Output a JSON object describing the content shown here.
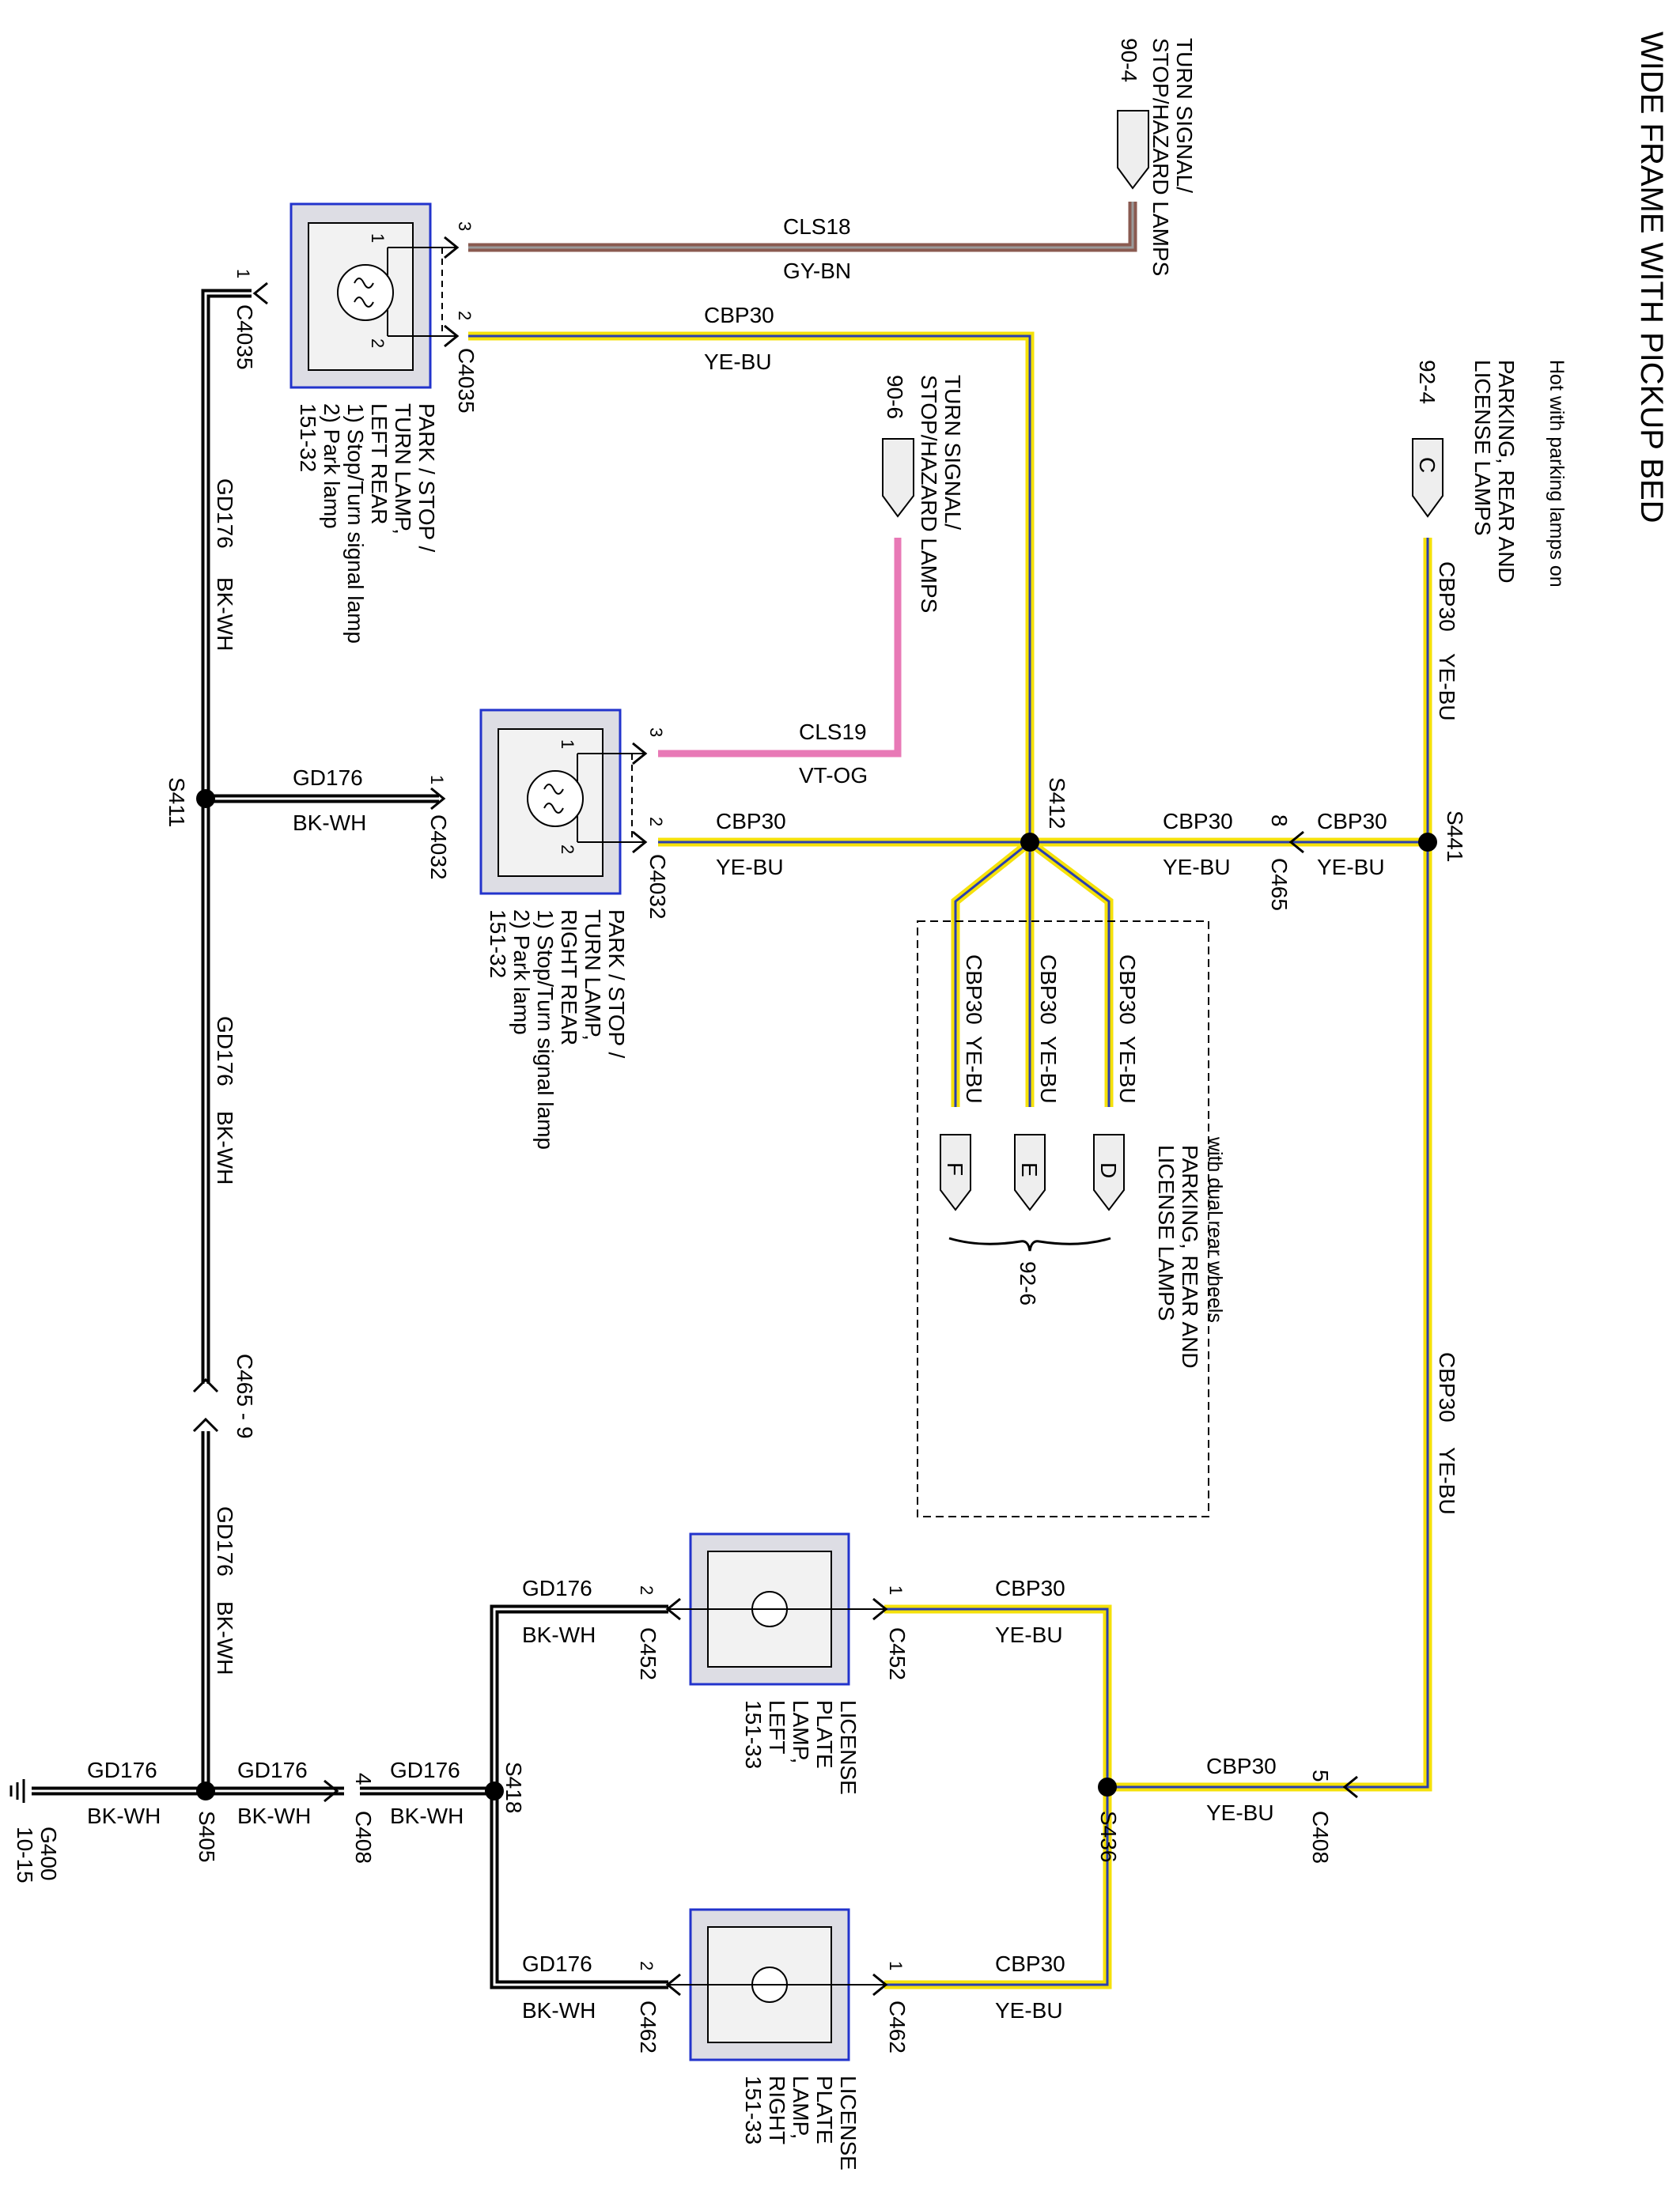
{
  "title": "WIDE FRAME WITH PICKUP BED",
  "hot_note": "Hot with parking lamps on",
  "colors": {
    "gy_bn": "#8a5a50",
    "gy_bn_core": "#9a9a9a",
    "vt_og": "#e879b6",
    "ye": "#f5e10a",
    "bu": "#2a3fb0",
    "box_outline": "#2233cc",
    "box_fill": "#dddde4"
  },
  "source_left": {
    "name": "TURN SIGNAL/\nSTOP/HAZARD LAMPS",
    "ref": "90-4"
  },
  "source_mid": {
    "name": "TURN SIGNAL/\nSTOP/HAZARD LAMPS",
    "ref": "90-6"
  },
  "source_parking": {
    "name": "PARKING, REAR AND\nLICENSE LAMPS",
    "ref": "92-4",
    "pin": "C"
  },
  "dual_rear": {
    "note": "with dual rear wheels",
    "name": "PARKING, REAR AND\nLICENSE LAMPS",
    "ref": "92-6",
    "pins": [
      "D",
      "E",
      "F"
    ]
  },
  "lamp_left_rear": {
    "name": "PARK / STOP /\nTURN LAMP,\nLEFT REAR\n1) Stop/Turn signal lamp\n2) Park lamp\n151-32",
    "connector": "C4035",
    "pin_1": "1",
    "pin_2": "2",
    "pin_3": "3"
  },
  "lamp_right_rear": {
    "name": "PARK / STOP /\nTURN LAMP,\nRIGHT REAR\n1) Stop/Turn signal lamp\n2) Park lamp\n151-32",
    "connector": "C4032",
    "pin_1": "1",
    "pin_2": "2",
    "pin_3": "3"
  },
  "license_left": {
    "name": "LICENSE\nPLATE\nLAMP,\nLEFT\n151-33",
    "connector": "C452",
    "pin_1": "1",
    "pin_2": "2"
  },
  "license_right": {
    "name": "LICENSE\nPLATE\nLAMP,\nRIGHT\n151-33",
    "connector": "C462",
    "pin_1": "1",
    "pin_2": "2"
  },
  "wires": {
    "cls18": {
      "circuit": "CLS18",
      "color": "GY-BN"
    },
    "cls19": {
      "circuit": "CLS19",
      "color": "VT-OG"
    },
    "cbp30": {
      "circuit": "CBP30",
      "color": "YE-BU"
    },
    "gd176": {
      "circuit": "GD176",
      "color": "BK-WH"
    }
  },
  "splices": {
    "s411": "S411",
    "s412": "S412",
    "s441": "S441",
    "s405": "S405",
    "s418": "S418",
    "s436": "S436"
  },
  "connectors": {
    "c465": "C465",
    "c465_pin": "8",
    "c465_9": "C465 - 9",
    "c408": "C408",
    "c408_gnd_pin": "4",
    "c408_cbp_pin": "5"
  },
  "ground": {
    "name": "G400",
    "ref": "10-15"
  }
}
